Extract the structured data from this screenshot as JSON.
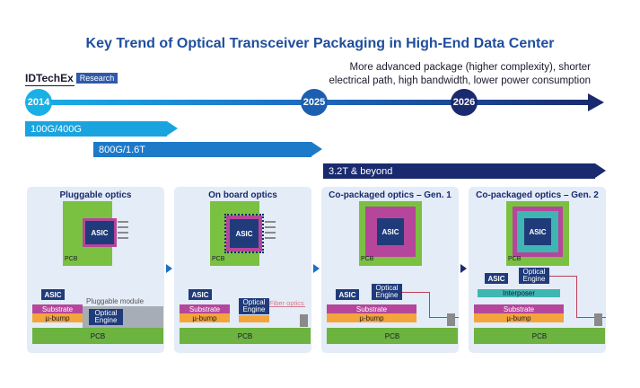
{
  "title": "Key Trend of Optical Transceiver Packaging in High-End Data Center",
  "brand": {
    "name": "IDTechEx",
    "tag": "Research"
  },
  "trend_text": "More advanced package (higher complexity), shorter electrical path, high bandwidth, lower power consumption",
  "timeline": {
    "years": [
      "2014",
      "2025",
      "2026"
    ],
    "colors": {
      "start": "#19b0e6",
      "mid": "#1c6fc6",
      "end": "#1a2a6e"
    }
  },
  "bands": [
    {
      "label": "100G/400G",
      "color": "#1aa4df"
    },
    {
      "label": "800G/1.6T",
      "color": "#1c7ac9"
    },
    {
      "label": "3.2T & beyond",
      "color": "#1a2a6e"
    }
  ],
  "panels": [
    {
      "title": "Pluggable optics",
      "asic": "ASIC",
      "pcb": "PCB",
      "module": "Pluggable module",
      "optical_engine": "Optical Engine",
      "substrate": "Substrate",
      "bump": "µ-bump",
      "base": "PCB"
    },
    {
      "title": "On board optics",
      "asic": "ASIC",
      "pcb": "PCB",
      "fiber": "Fiber optics",
      "optical_engine": "Optical Engine",
      "substrate": "Substrate",
      "bump": "µ-bump",
      "base": "PCB"
    },
    {
      "title": "Co-packaged optics – Gen. 1",
      "asic": "ASIC",
      "pcb": "PCB",
      "optical_engine": "Optical Engine",
      "substrate": "Substrate",
      "bump": "µ-bump",
      "base": "PCB"
    },
    {
      "title": "Co-packaged optics – Gen. 2",
      "asic": "ASIC",
      "pcb": "PCB",
      "optical_engine": "Optical Engine",
      "interposer": "Interposer",
      "substrate": "Substrate",
      "bump": "µ-bump",
      "base": "PCB"
    }
  ]
}
